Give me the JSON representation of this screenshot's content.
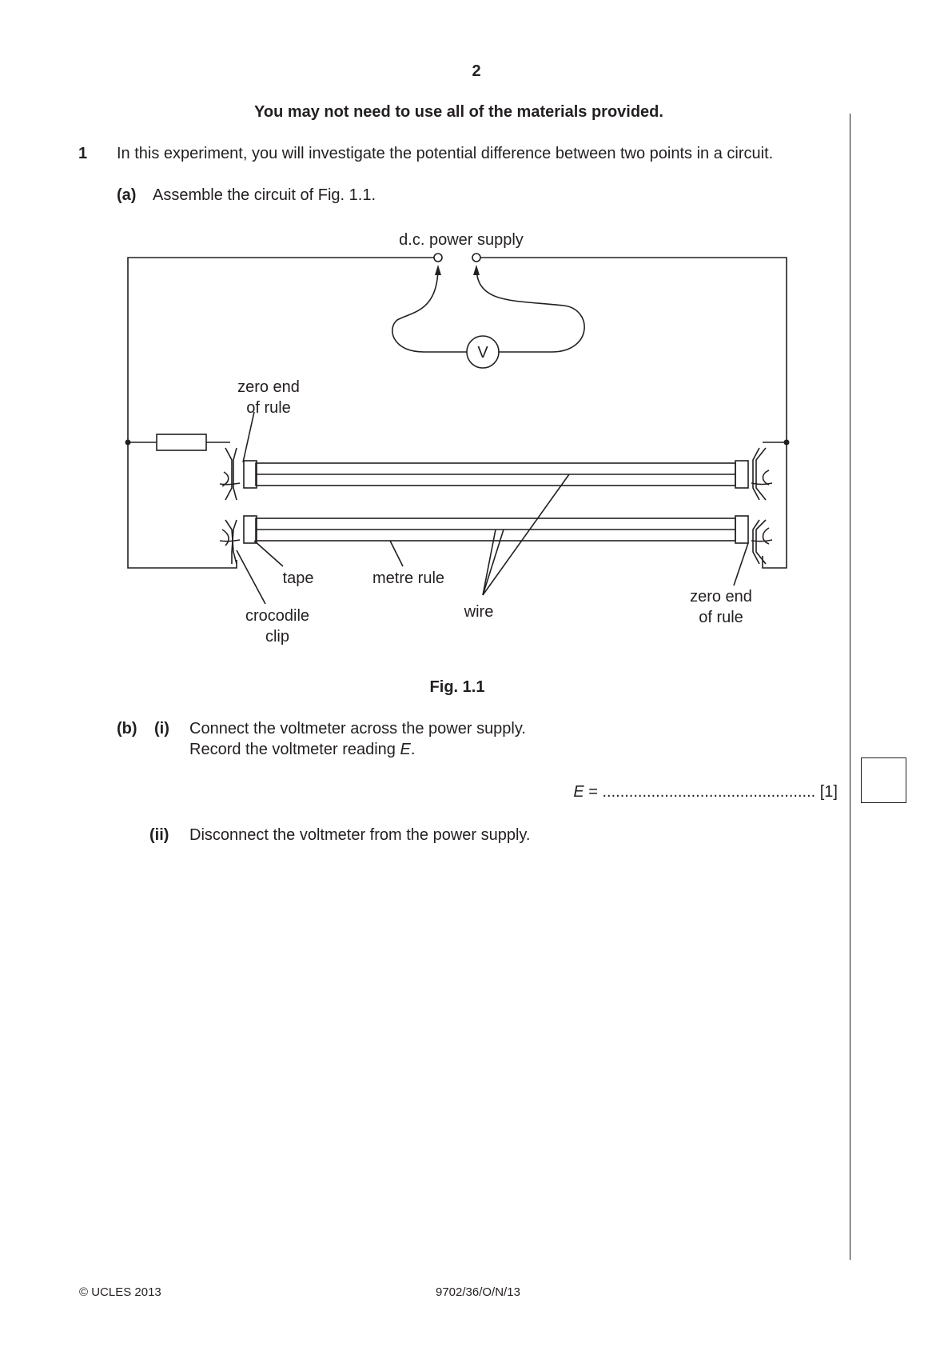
{
  "page_number": "2",
  "instruction": "You may not need to use all of the materials provided.",
  "question": {
    "number": "1",
    "intro": "In this experiment, you will investigate the potential difference between two points in a circuit.",
    "part_a": {
      "label": "(a)",
      "text": "Assemble the circuit of Fig. 1.1."
    },
    "figure": {
      "caption": "Fig. 1.1",
      "labels": {
        "power_supply": "d.c. power supply",
        "voltmeter": "V",
        "zero_end_top_line1": "zero end",
        "zero_end_top_line2": "of rule",
        "tape": "tape",
        "metre_rule": "metre rule",
        "wire": "wire",
        "crocodile_clip_line1": "crocodile",
        "crocodile_clip_line2": "clip",
        "zero_end_right_line1": "zero end",
        "zero_end_right_line2": "of rule"
      }
    },
    "part_b": {
      "label": "(b)",
      "i": {
        "label": "(i)",
        "line1": "Connect the voltmeter across the power supply.",
        "line2_prefix": "Record the voltmeter reading ",
        "line2_var": "E",
        "line2_suffix": ".",
        "answer_var": "E",
        "answer_eq": " = ",
        "answer_dots": "................................................",
        "marks": "[1]"
      },
      "ii": {
        "label": "(ii)",
        "text": "Disconnect the voltmeter from the power supply."
      }
    }
  },
  "footer": {
    "copyright": "© UCLES 2013",
    "code": "9702/36/O/N/13"
  }
}
